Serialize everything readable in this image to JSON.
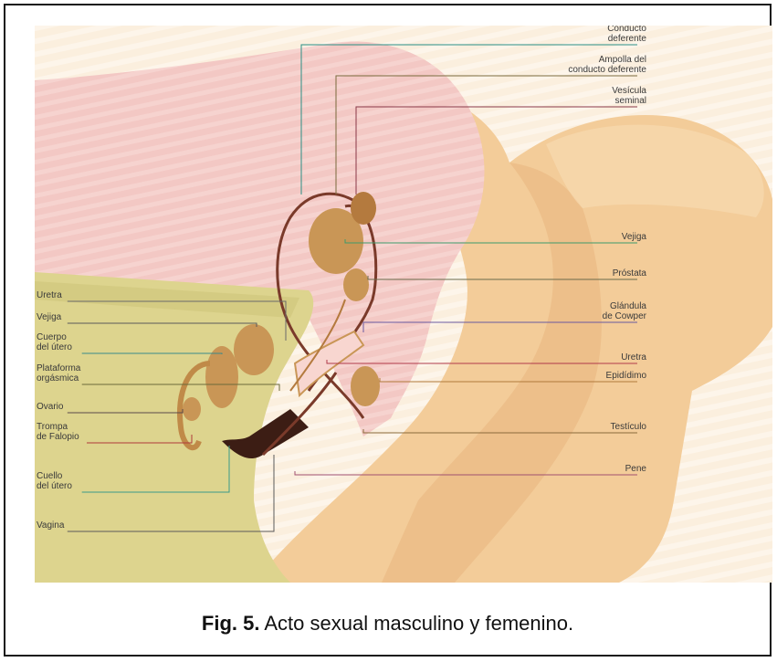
{
  "colors": {
    "background_paper": "#fbefde",
    "female_body": "#ddd48e",
    "male_body": "#f3cc99",
    "pink_region": "#f3c8c4",
    "organ_brown": "#c99656",
    "dark_tissue": "#3c1d14"
  },
  "diagram": {
    "labels_right": [
      {
        "lines": [
          "Conducto",
          "deferente"
        ],
        "color": "#2a8f85"
      },
      {
        "lines": [
          "Ampolla del",
          "conducto deferente"
        ],
        "color": "#7a6a3c"
      },
      {
        "lines": [
          "Vesícula",
          "seminal"
        ],
        "color": "#8a3848"
      },
      {
        "lines": [
          "Vejiga"
        ],
        "color": "#3e9a6a"
      },
      {
        "lines": [
          "Próstata"
        ],
        "color": "#6a6a4a"
      },
      {
        "lines": [
          "Glándula",
          "de Cowper"
        ],
        "color": "#6a5aa0"
      },
      {
        "lines": [
          "Uretra"
        ],
        "color": "#b03a4a"
      },
      {
        "lines": [
          "Epidídimo"
        ],
        "color": "#b07a3a"
      },
      {
        "lines": [
          "Testículo"
        ],
        "color": "#8a6a3a"
      },
      {
        "lines": [
          "Pene"
        ],
        "color": "#a05070"
      }
    ],
    "labels_left": [
      {
        "lines": [
          "Uretra"
        ],
        "color": "#6a6a6a"
      },
      {
        "lines": [
          "Vejiga"
        ],
        "color": "#5a5a5a"
      },
      {
        "lines": [
          "Cuerpo",
          "del útero"
        ],
        "color": "#3a8a8a"
      },
      {
        "lines": [
          "Plataforma",
          "orgásmica"
        ],
        "color": "#6a6a3a"
      },
      {
        "lines": [
          "Ovario"
        ],
        "color": "#5a4a4a"
      },
      {
        "lines": [
          "Trompa",
          "de Falopio"
        ],
        "color": "#b03a3a"
      },
      {
        "lines": [
          "Cuello",
          "del útero"
        ],
        "color": "#3a9a8a"
      },
      {
        "lines": [
          "Vagina"
        ],
        "color": "#5a5a5a"
      }
    ]
  },
  "caption": {
    "label": "Fig. 5.",
    "text": "Acto sexual masculino y femenino."
  }
}
